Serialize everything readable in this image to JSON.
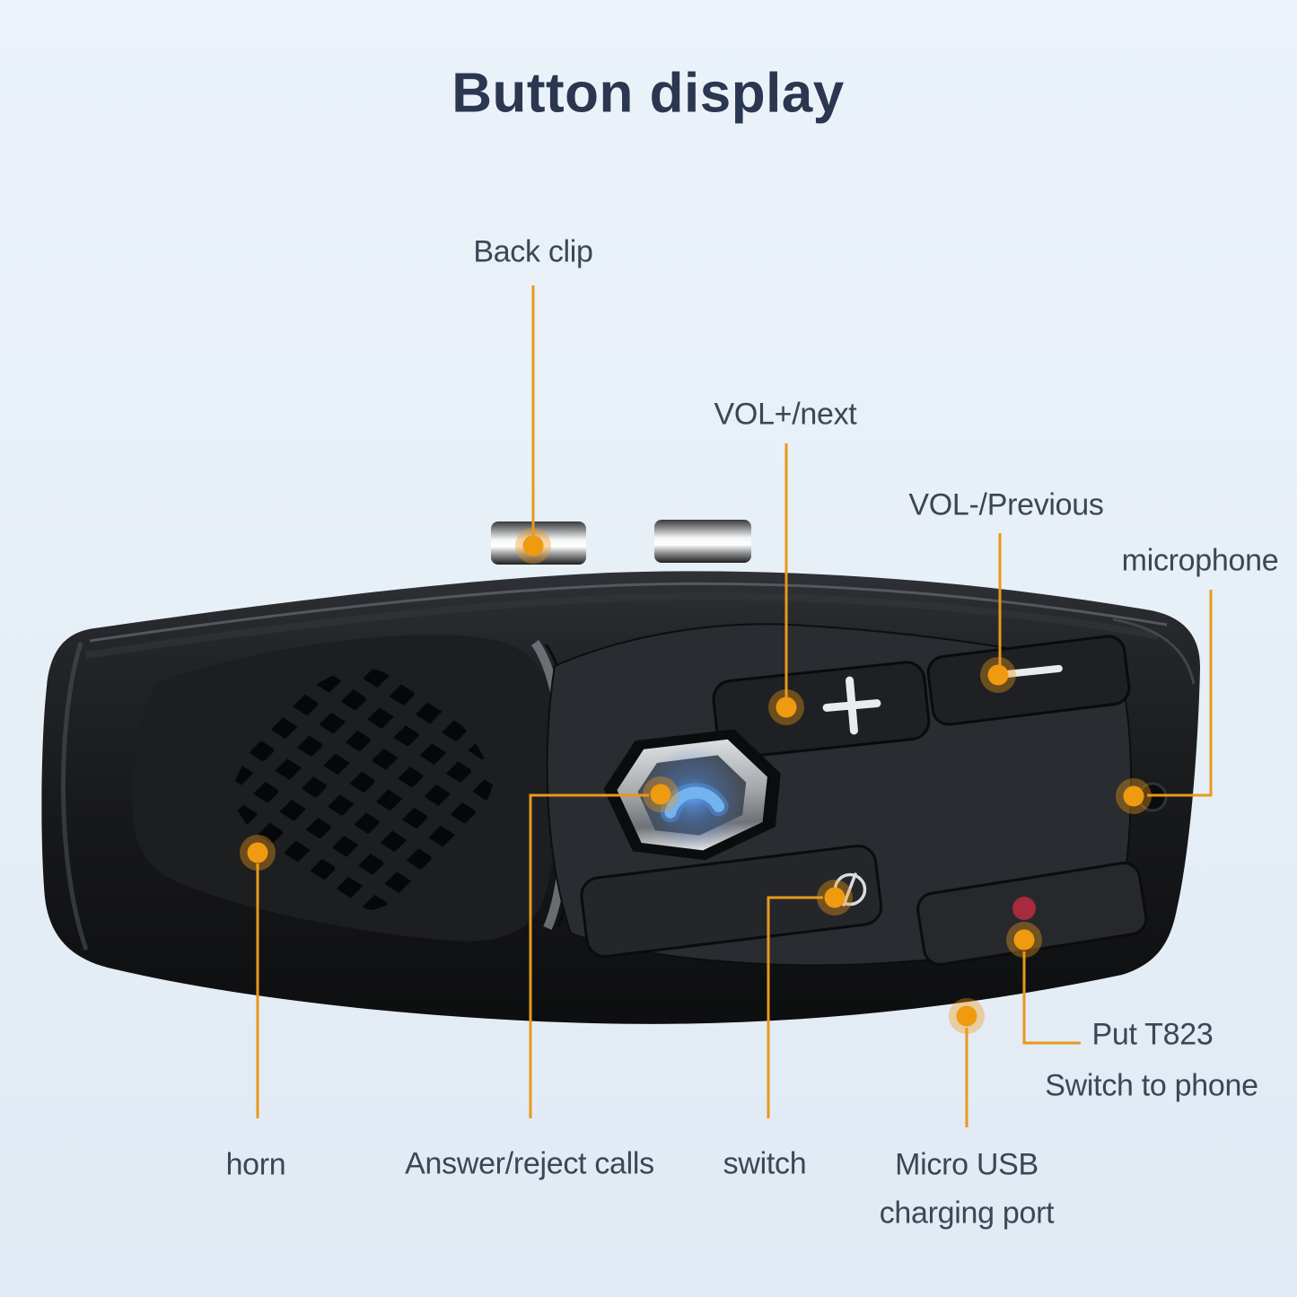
{
  "title": "Button display",
  "colors": {
    "background": "#E9F0F7",
    "accent_orange": "#EE9A17",
    "title_text": "#2B3650",
    "label_text": "#3C4654",
    "red_button": "#A62B3D",
    "phone_icon_blue": "#74B2F0",
    "device_body": "#1A1C1E"
  },
  "callouts": {
    "back_clip": {
      "label": "Back clip"
    },
    "vol_plus": {
      "label": "VOL+/next"
    },
    "vol_minus": {
      "label": "VOL-/Previous"
    },
    "microphone": {
      "label": "microphone"
    },
    "horn": {
      "label": "horn"
    },
    "answer": {
      "label": "Answer/reject calls"
    },
    "switch": {
      "label": "switch"
    },
    "micro_usb": {
      "line1": "Micro USB",
      "line2": "charging port"
    },
    "put_t823": {
      "line1": "Put T823",
      "line2": "Switch to phone"
    }
  }
}
